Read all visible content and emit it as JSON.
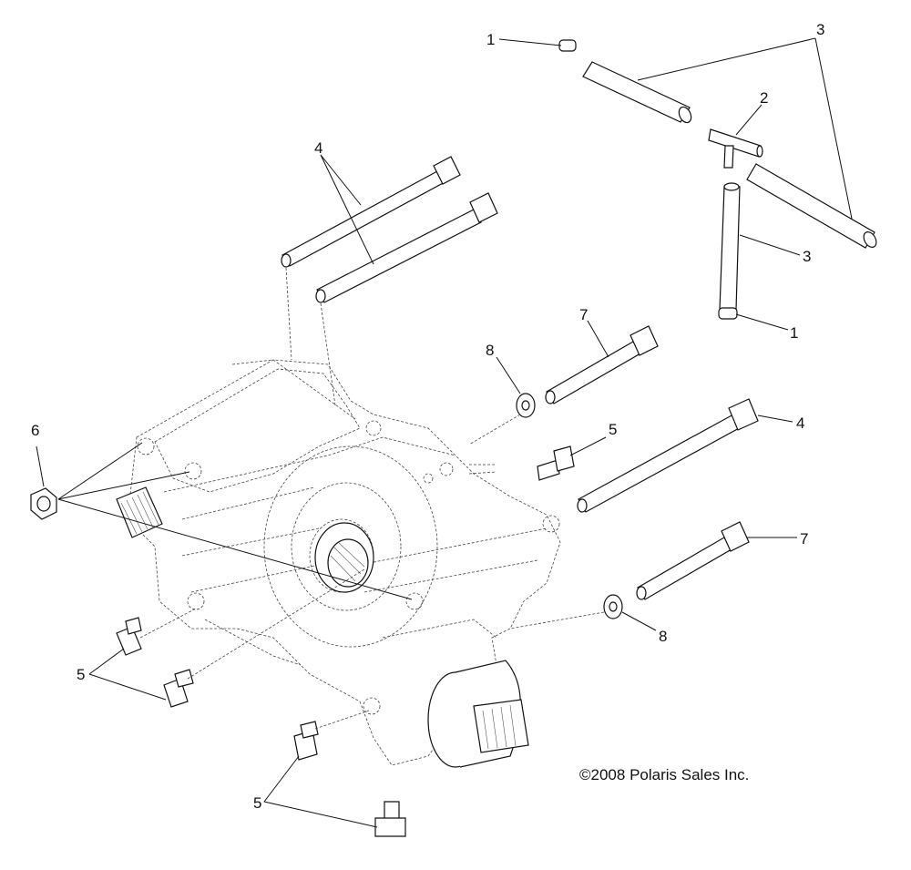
{
  "callouts": [
    {
      "id": "c1a",
      "label": "1"
    },
    {
      "id": "c1b",
      "label": "1"
    },
    {
      "id": "c2",
      "label": "2"
    },
    {
      "id": "c3a",
      "label": "3"
    },
    {
      "id": "c3b",
      "label": "3"
    },
    {
      "id": "c4a",
      "label": "4"
    },
    {
      "id": "c4b",
      "label": "4"
    },
    {
      "id": "c5a",
      "label": "5"
    },
    {
      "id": "c5b",
      "label": "5"
    },
    {
      "id": "c5c",
      "label": "5"
    },
    {
      "id": "c6",
      "label": "6"
    },
    {
      "id": "c7a",
      "label": "7"
    },
    {
      "id": "c7b",
      "label": "7"
    },
    {
      "id": "c8a",
      "label": "8"
    },
    {
      "id": "c8b",
      "label": "8"
    }
  ],
  "copyright": "©2008 Polaris Sales Inc."
}
